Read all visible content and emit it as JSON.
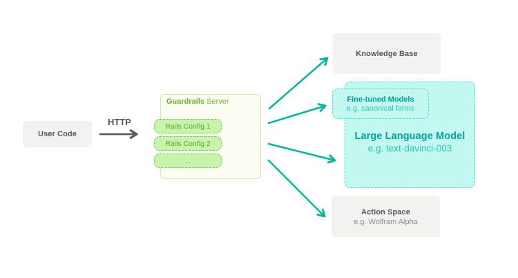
{
  "diagram": {
    "nodes": {
      "user_code": {
        "label": "User Code"
      },
      "http": {
        "label": "HTTP"
      },
      "server": {
        "title_bold": "Guardrails",
        "title_rest": " Server",
        "configs": [
          "Rails Config 1",
          "Rails Config 2",
          "..."
        ]
      },
      "knowledge_base": {
        "title": "Knowledge Base"
      },
      "fine_tuned": {
        "title": "Fine-tuned Models",
        "subtitle": "e.g. canonical forms"
      },
      "llm": {
        "title": "Large Language Model",
        "subtitle": "e.g. text-davinci-003"
      },
      "action_space": {
        "title": "Action Space",
        "subtitle": "e.g. Wolfram Alpha"
      }
    },
    "edges": [
      {
        "from": "User Code",
        "to": "Guardrails Server",
        "label": "HTTP"
      },
      {
        "from": "Guardrails Server",
        "to": "Knowledge Base"
      },
      {
        "from": "Guardrails Server",
        "to": "Fine-tuned Models"
      },
      {
        "from": "Guardrails Server",
        "to": "Large Language Model"
      },
      {
        "from": "Guardrails Server",
        "to": "Action Space"
      }
    ],
    "colors": {
      "green_accent": "#6fb029",
      "green_fill": "#c8f3aa",
      "green_border": "#63d24b",
      "teal_accent": "#00b99c",
      "cyan_fill": "#c2f8f0",
      "cyan_border": "#3fe2cf",
      "gray_fill": "#f2f2f1",
      "gray_text": "#50555a"
    }
  }
}
